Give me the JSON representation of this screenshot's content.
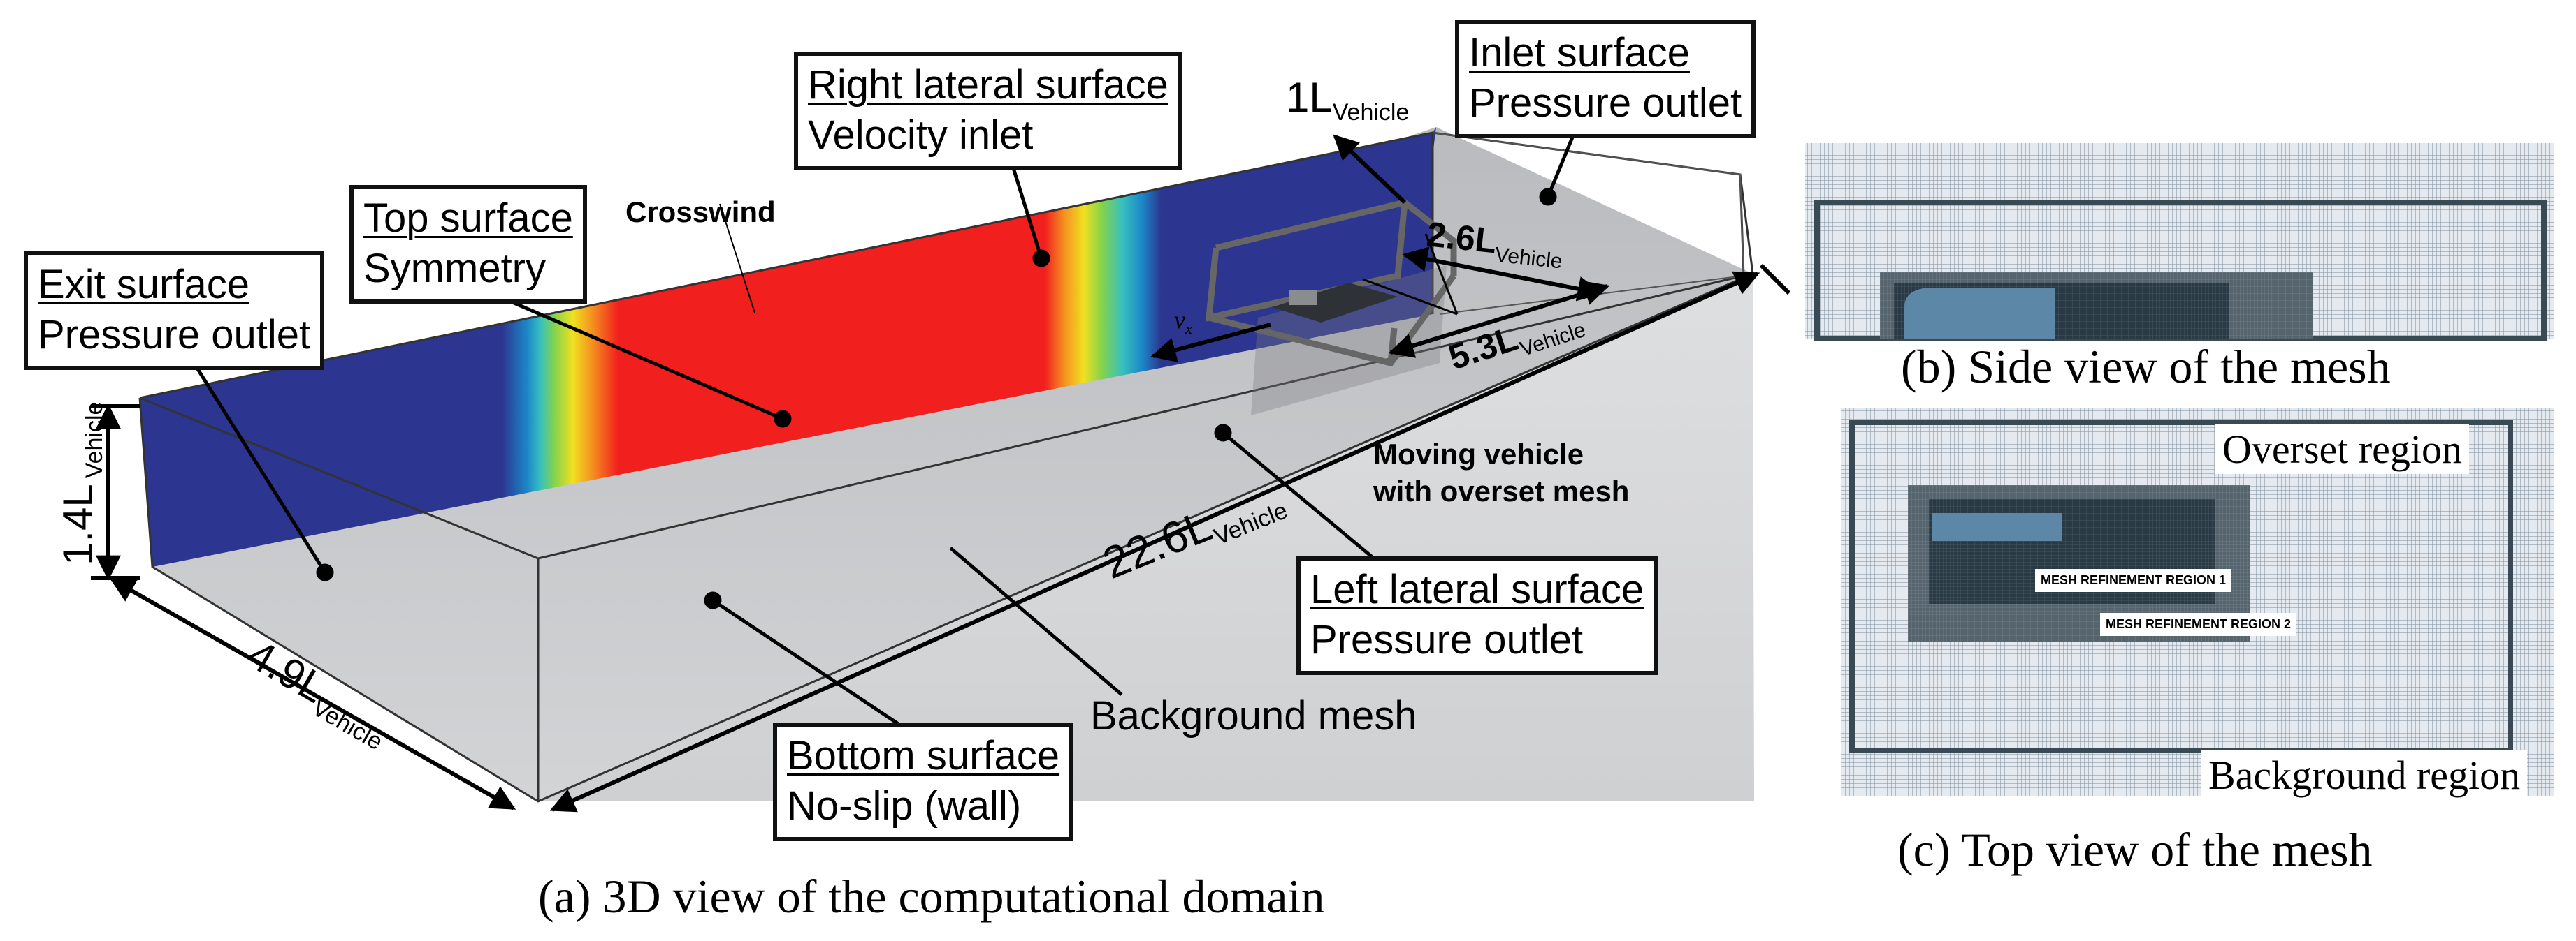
{
  "figure_a": {
    "caption": "(a) 3D view of the computational domain",
    "labels": {
      "right_lateral": {
        "title": "Right lateral surface",
        "condition": "Velocity inlet"
      },
      "inlet": {
        "title": "Inlet surface",
        "condition": "Pressure outlet"
      },
      "top": {
        "title": "Top surface",
        "condition": "Symmetry"
      },
      "exit": {
        "title": "Exit surface",
        "condition": "Pressure outlet"
      },
      "left_lateral": {
        "title": "Left lateral surface",
        "condition": "Pressure outlet"
      },
      "bottom": {
        "title": "Bottom surface",
        "condition": "No-slip (wall)"
      }
    },
    "crosswind": "Crosswind",
    "background_mesh": "Background mesh",
    "moving_vehicle_line1": "Moving vehicle",
    "moving_vehicle_line2": "with overset mesh",
    "velocity": "v",
    "velocity_sub": "x",
    "dimensions": {
      "height": {
        "value": "1.4L",
        "sub": "Vehicle"
      },
      "width": {
        "value": "4.9L",
        "sub": "Vehicle"
      },
      "length": {
        "value": "22.6L",
        "sub": "Vehicle"
      },
      "box_height": {
        "value": "1L",
        "sub": "Vehicle"
      },
      "box_width": {
        "value": "2.6L",
        "sub": "Vehicle"
      },
      "box_length": {
        "value": "5.3L",
        "sub": "Vehicle"
      }
    },
    "colors": {
      "lateral_blue": "#2c3590",
      "red": "#f21f1f",
      "floor": "#c9cbce"
    }
  },
  "figure_b": {
    "caption": "(b) Side view of the mesh"
  },
  "figure_c": {
    "caption": "(c) Top view of the mesh",
    "overset_region": "Overset region",
    "background_region": "Background region",
    "refinement_1": "MESH REFINEMENT REGION 1",
    "refinement_2": "MESH REFINEMENT REGION 2"
  }
}
